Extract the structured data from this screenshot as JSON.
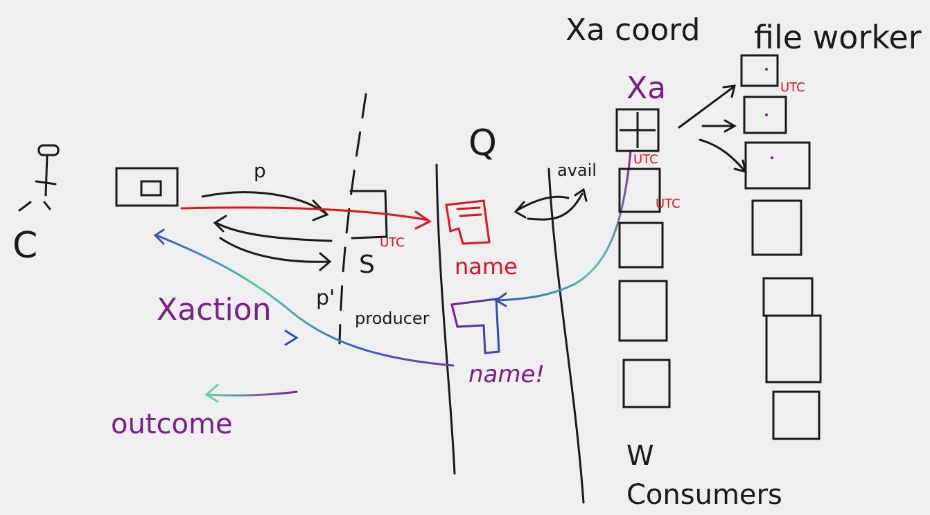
{
  "colors": {
    "ink": "#1a1a1a",
    "red": "#e0141e",
    "purple": "#7d1c8c",
    "teal": "#5fc7a8",
    "blue": "#2f4fa8",
    "background": "#efefef"
  },
  "labels": {
    "xa_coord": "Xa coord",
    "file_worker": "file worker",
    "xa": "Xa",
    "q": "Q",
    "avail": "avail",
    "p": "p",
    "p_prime": "p'",
    "s": "S",
    "c": "C",
    "utc": "UTC",
    "name_red": "name",
    "name_purple": "name!",
    "producer": "producer",
    "xaction": "Xaction",
    "outcome": "outcome",
    "w": "W",
    "consumers": "Consumers"
  }
}
